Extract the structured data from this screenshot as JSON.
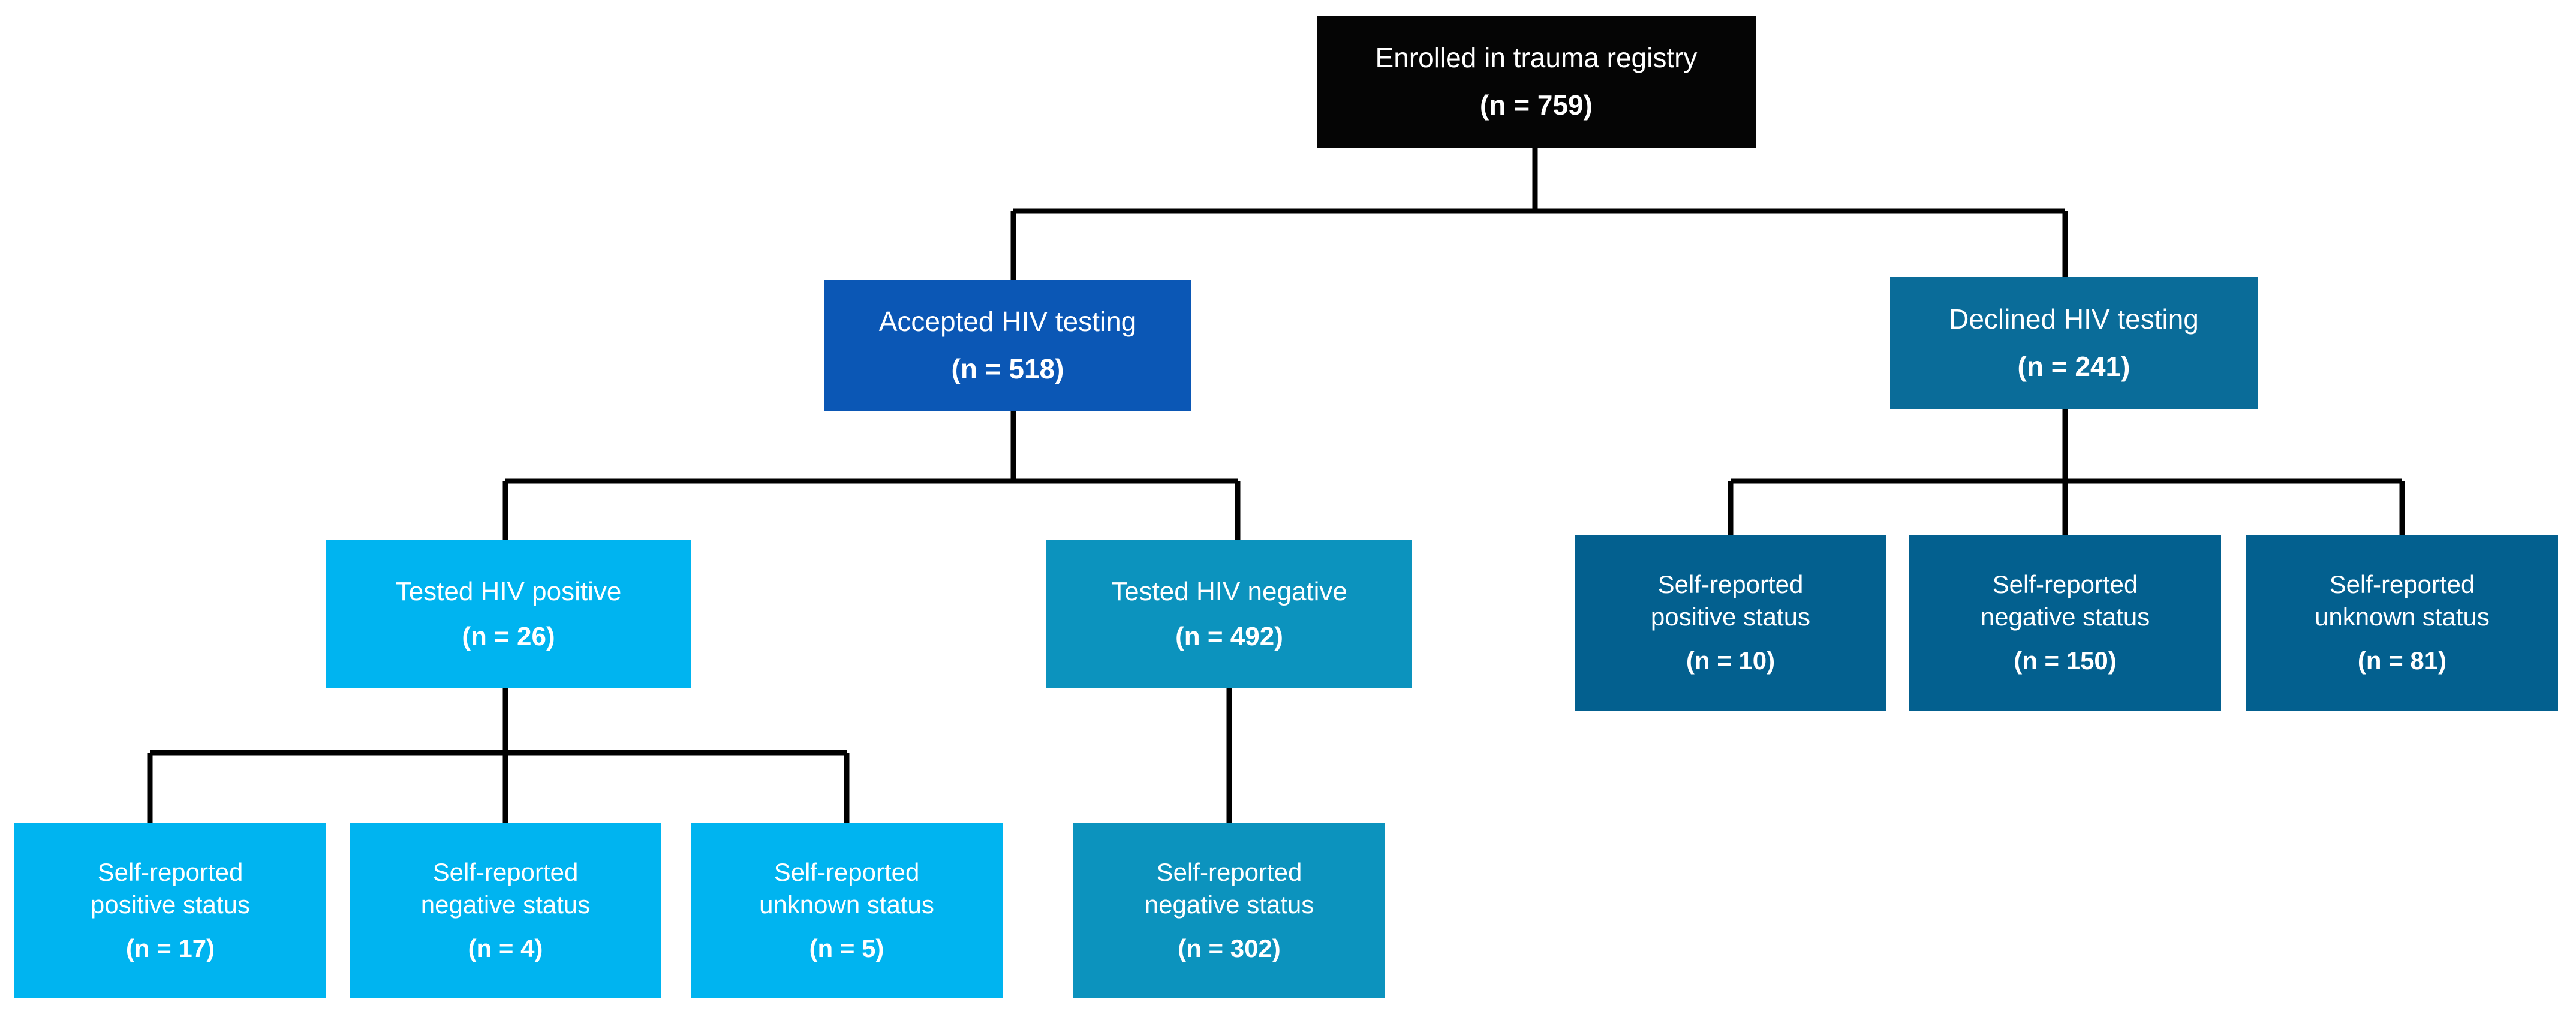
{
  "figure": {
    "kind": "flowchart",
    "orientation": "top-down",
    "background_color": "#ffffff",
    "connector_color": "#000000",
    "text_color": "#ffffff"
  },
  "palette": {
    "root_black": "#050505",
    "accepted_blue": "#0B57B5",
    "declined_teal": "#0A6C99",
    "tested_positive_cyan": "#00B4F0",
    "tested_negative_teal": "#0C93BE",
    "leaf_cyan": "#00B4F0",
    "leaf_teal": "#0C93BE",
    "leaf_declined_teal": "#03608F"
  },
  "nodes": {
    "root": {
      "label": "Enrolled in trauma registry",
      "count": "(n = 759)",
      "n": 759,
      "color": "#050505"
    },
    "accepted": {
      "label": "Accepted HIV testing",
      "count": "(n = 518)",
      "n": 518,
      "color": "#0B57B5"
    },
    "declined": {
      "label": "Declined HIV testing",
      "count": "(n = 241)",
      "n": 241,
      "color": "#0A6C99"
    },
    "tested_positive": {
      "label": "Tested HIV positive",
      "count": "(n = 26)",
      "n": 26,
      "color": "#00B4F0"
    },
    "tested_negative": {
      "label": "Tested HIV negative",
      "count": "(n = 492)",
      "n": 492,
      "color": "#0C93BE"
    },
    "pos_self_positive": {
      "label": "Self-reported\npositive status",
      "count": "(n = 17)",
      "n": 17,
      "color": "#00B4F0"
    },
    "pos_self_negative": {
      "label": "Self-reported\nnegative status",
      "count": "(n = 4)",
      "n": 4,
      "color": "#00B4F0"
    },
    "pos_self_unknown": {
      "label": "Self-reported\nunknown status",
      "count": "(n = 5)",
      "n": 5,
      "color": "#00B4F0"
    },
    "neg_self_negative": {
      "label": "Self-reported\nnegative status",
      "count": "(n = 302)",
      "n": 302,
      "color": "#0C93BE"
    },
    "dec_self_positive": {
      "label": "Self-reported\npositive status",
      "count": "(n = 10)",
      "n": 10,
      "color": "#03608F"
    },
    "dec_self_negative": {
      "label": "Self-reported\nnegative status",
      "count": "(n = 150)",
      "n": 150,
      "color": "#03608F"
    },
    "dec_self_unknown": {
      "label": "Self-reported\nunknown status",
      "count": "(n = 81)",
      "n": 81,
      "color": "#03608F"
    }
  },
  "edges": [
    {
      "from": "root",
      "to": "accepted"
    },
    {
      "from": "root",
      "to": "declined"
    },
    {
      "from": "accepted",
      "to": "tested_positive"
    },
    {
      "from": "accepted",
      "to": "tested_negative"
    },
    {
      "from": "tested_positive",
      "to": "pos_self_positive"
    },
    {
      "from": "tested_positive",
      "to": "pos_self_negative"
    },
    {
      "from": "tested_positive",
      "to": "pos_self_unknown"
    },
    {
      "from": "tested_negative",
      "to": "neg_self_negative"
    },
    {
      "from": "declined",
      "to": "dec_self_positive"
    },
    {
      "from": "declined",
      "to": "dec_self_negative"
    },
    {
      "from": "declined",
      "to": "dec_self_unknown"
    }
  ]
}
